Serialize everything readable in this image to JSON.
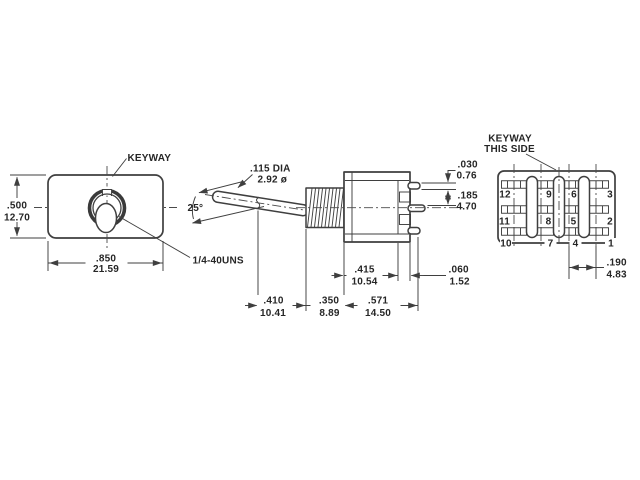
{
  "drawing": {
    "colors": {
      "line": "#3f3f3f",
      "text": "#262626",
      "background": "#ffffff"
    },
    "front": {
      "keyway_label": "KEYWAY",
      "thread_label": "1/4-40UNS",
      "height_in": ".500",
      "height_mm": "12.70",
      "width_in": ".850",
      "width_mm": "21.59"
    },
    "side": {
      "actuator_dia_line1": ".115 DIA",
      "actuator_dia_line2": "2.92 ø",
      "throw_angle": "25°",
      "terminal_thickness_in": ".030",
      "terminal_thickness_mm": "0.76",
      "terminal_spacing_in": ".185",
      "terminal_spacing_mm": "4.70",
      "body_depth_in": ".415",
      "body_depth_mm": "10.54",
      "terminal_offset_in": ".060",
      "terminal_offset_mm": "1.52",
      "lever_len_in": ".410",
      "lever_len_mm": "10.41",
      "bushing_len_in": ".350",
      "bushing_len_mm": "8.89",
      "body_len_in": ".571",
      "body_len_mm": "14.50"
    },
    "rear": {
      "keyway_note_line1": "KEYWAY",
      "keyway_note_line2": "THIS SIDE",
      "pitch_in": ".190",
      "pitch_mm": "4.83",
      "terminals": {
        "row1": [
          "12",
          "9",
          "6",
          "3"
        ],
        "row2": [
          "11",
          "8",
          "5",
          "2"
        ],
        "row3": [
          "10",
          "7",
          "4",
          "1"
        ]
      }
    }
  }
}
